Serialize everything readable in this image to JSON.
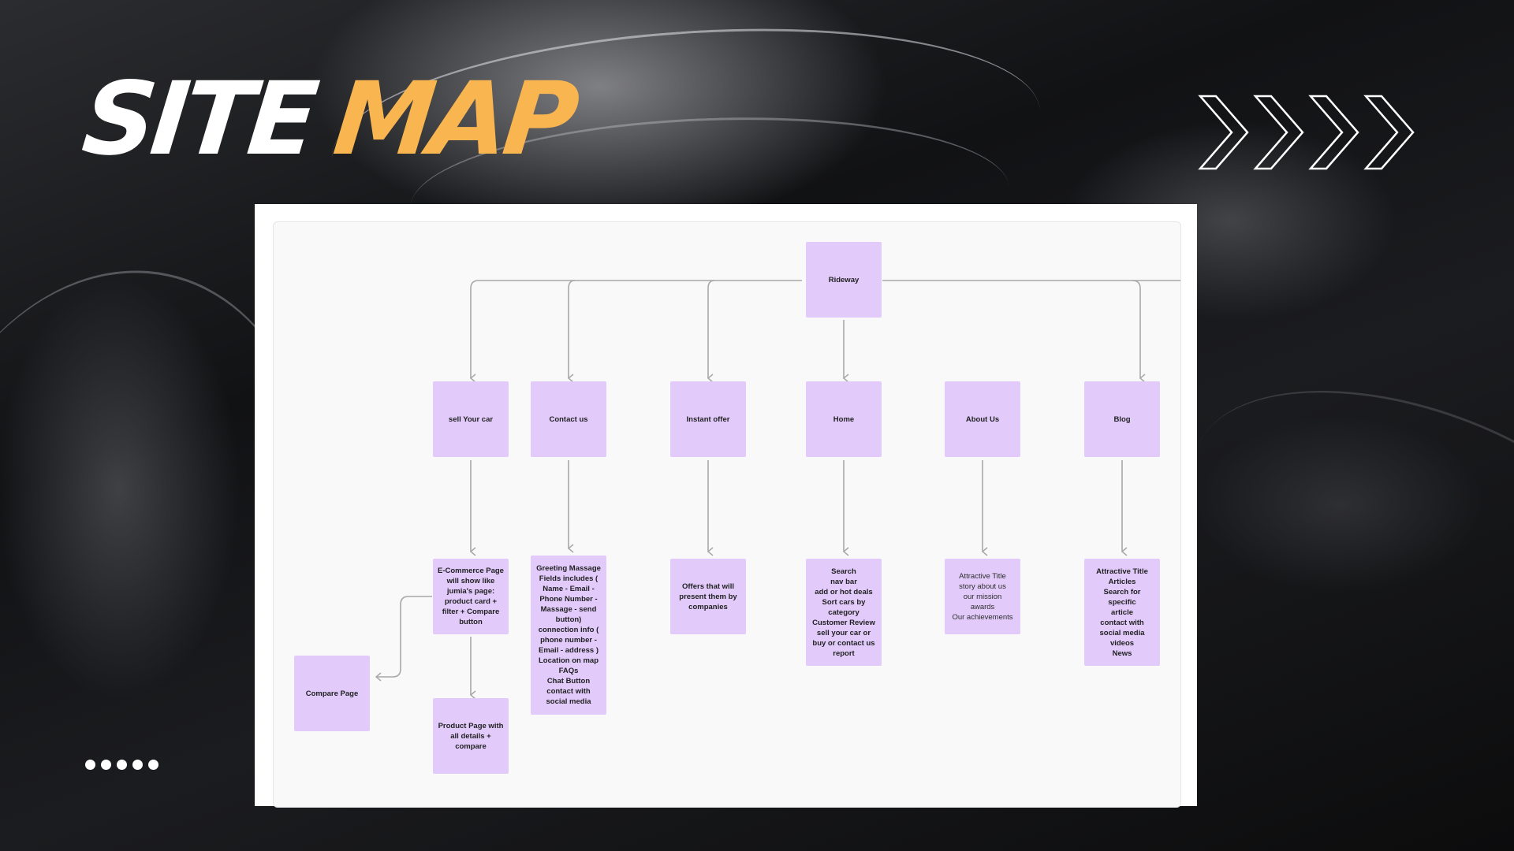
{
  "title": {
    "part1": "SITE",
    "part2": "MAP",
    "part1_color": "#ffffff",
    "part2_color": "#f9b54f"
  },
  "decor": {
    "chevron_icon": "double-chevron-right-icon",
    "dots_count": 5
  },
  "colors": {
    "node_fill": "#e2cbfb",
    "connector": "#a8a8a8",
    "board": "#f9f9f9"
  },
  "sitemap": {
    "root": "Rideway",
    "sell": "sell Your car",
    "contact": "Contact us",
    "instant": "Instant offer",
    "home": "Home",
    "about": "About Us",
    "blog": "Blog",
    "ecommerce": "E-Commerce Page\nwill show like\njumia's page:\nproduct card +\nfilter + Compare\nbutton",
    "compare": "Compare Page",
    "product": "Product Page with\nall details +\ncompare",
    "contact_details": "Greeting Massage\nFields includes (\nName - Email -\nPhone Number -\nMassage - send\nbutton)\nconnection info (\nphone number -\nEmail - address )\nLocation on map\nFAQs\nChat Button\ncontact with\nsocial media",
    "instant_details": "Offers that will\npresent them by\ncompanies",
    "home_details": "Search\nnav bar\nadd or hot deals\nSort cars by\ncategory\nCustomer Review\nsell your car or\nbuy or contact us\nreport",
    "about_details": "Attractive Title\nstory about us\nour mission\nawards\nOur achievements",
    "blog_details": "Attractive Title\nArticles\nSearch for specific\narticle\ncontact with\nsocial media\nvideos\nNews"
  }
}
